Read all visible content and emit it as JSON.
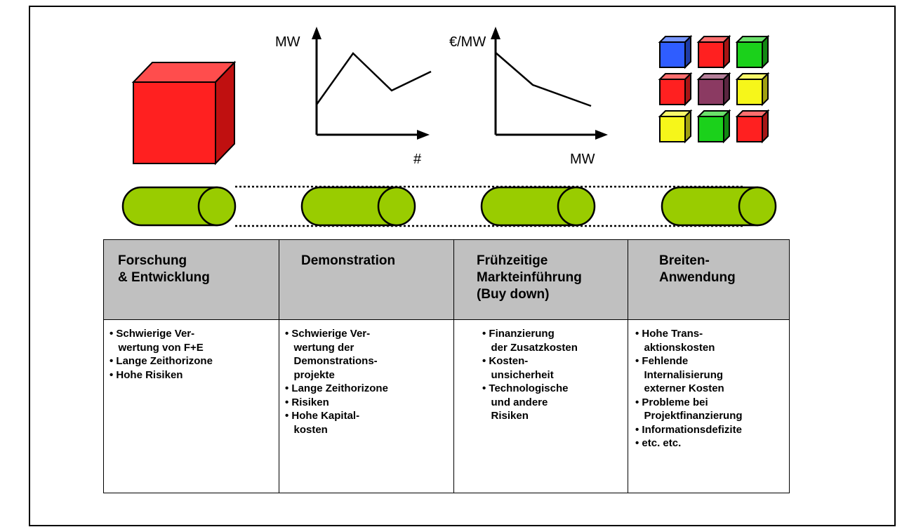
{
  "graph1": {
    "y_label": "MW",
    "x_label": "#"
  },
  "graph2": {
    "y_label": "€/MW",
    "x_label": "MW"
  },
  "cube_grid_colors": [
    "#2f5dff",
    "#ff2020",
    "#1bd11b",
    "#ff2020",
    "#8b3a62",
    "#f6f61a",
    "#f6f61a",
    "#1bd11b",
    "#ff2020"
  ],
  "big_cube_color": "#ff2020",
  "cylinder_color": "#99cc00",
  "stages": [
    {
      "title": "Forschung\n& Entwicklung",
      "items": [
        "• Schwierige Ver-\n   wertung von F+E",
        "• Lange Zeithorizone",
        "• Hohe Risiken"
      ]
    },
    {
      "title": "Demonstration",
      "items": [
        "• Schwierige Ver-\n   wertung der\n   Demonstrations-\n   projekte",
        "• Lange Zeithorizone",
        "• Risiken",
        "• Hohe Kapital-\n   kosten"
      ]
    },
    {
      "title": "Frühzeitige\nMarkteinführung\n(Buy down)",
      "items": [
        "• Finanzierung\n   der Zusatzkosten",
        "• Kosten-\n   unsicherheit",
        "• Technologische\n   und andere\n   Risiken"
      ]
    },
    {
      "title": "Breiten-\nAnwendung",
      "items": [
        "• Hohe Trans-\n   aktionskosten",
        "• Fehlende\n   Internalisierung\n   externer Kosten",
        "• Probleme bei\n   Projektfinanzierung",
        "• Informationsdefizite",
        "• etc. etc."
      ]
    }
  ]
}
